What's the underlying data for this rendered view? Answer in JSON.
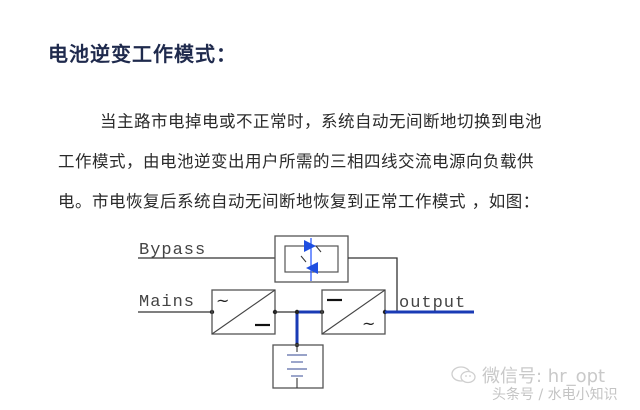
{
  "title": "电池逆变工作模式：",
  "paragraph": {
    "lines": [
      "当主路市电掉电或不正常时，系统自动无间断地切换到电池",
      "工作模式，由电池逆变出用户所需的三相四线交流电源向负载供",
      "电。市电恢复后系统自动无间断地恢复到正常工作模式 ，如图："
    ]
  },
  "diagram": {
    "labels": {
      "bypass": "Bypass",
      "mains": "Mains",
      "output": "output"
    },
    "blocks": {
      "rectifier": {
        "input_symbol": "~",
        "output_symbol": "—"
      },
      "inverter": {
        "input_symbol": "—",
        "output_symbol": "~"
      },
      "static_switch": "thyristor-pair",
      "battery": "battery"
    },
    "colors": {
      "line": "#333333",
      "active_path": "#1a3bb5",
      "thyristor": "#1f4fe0"
    }
  },
  "watermark": {
    "line1": "微信号: hr_opt",
    "line2": "头条号 / 水电小知识"
  }
}
